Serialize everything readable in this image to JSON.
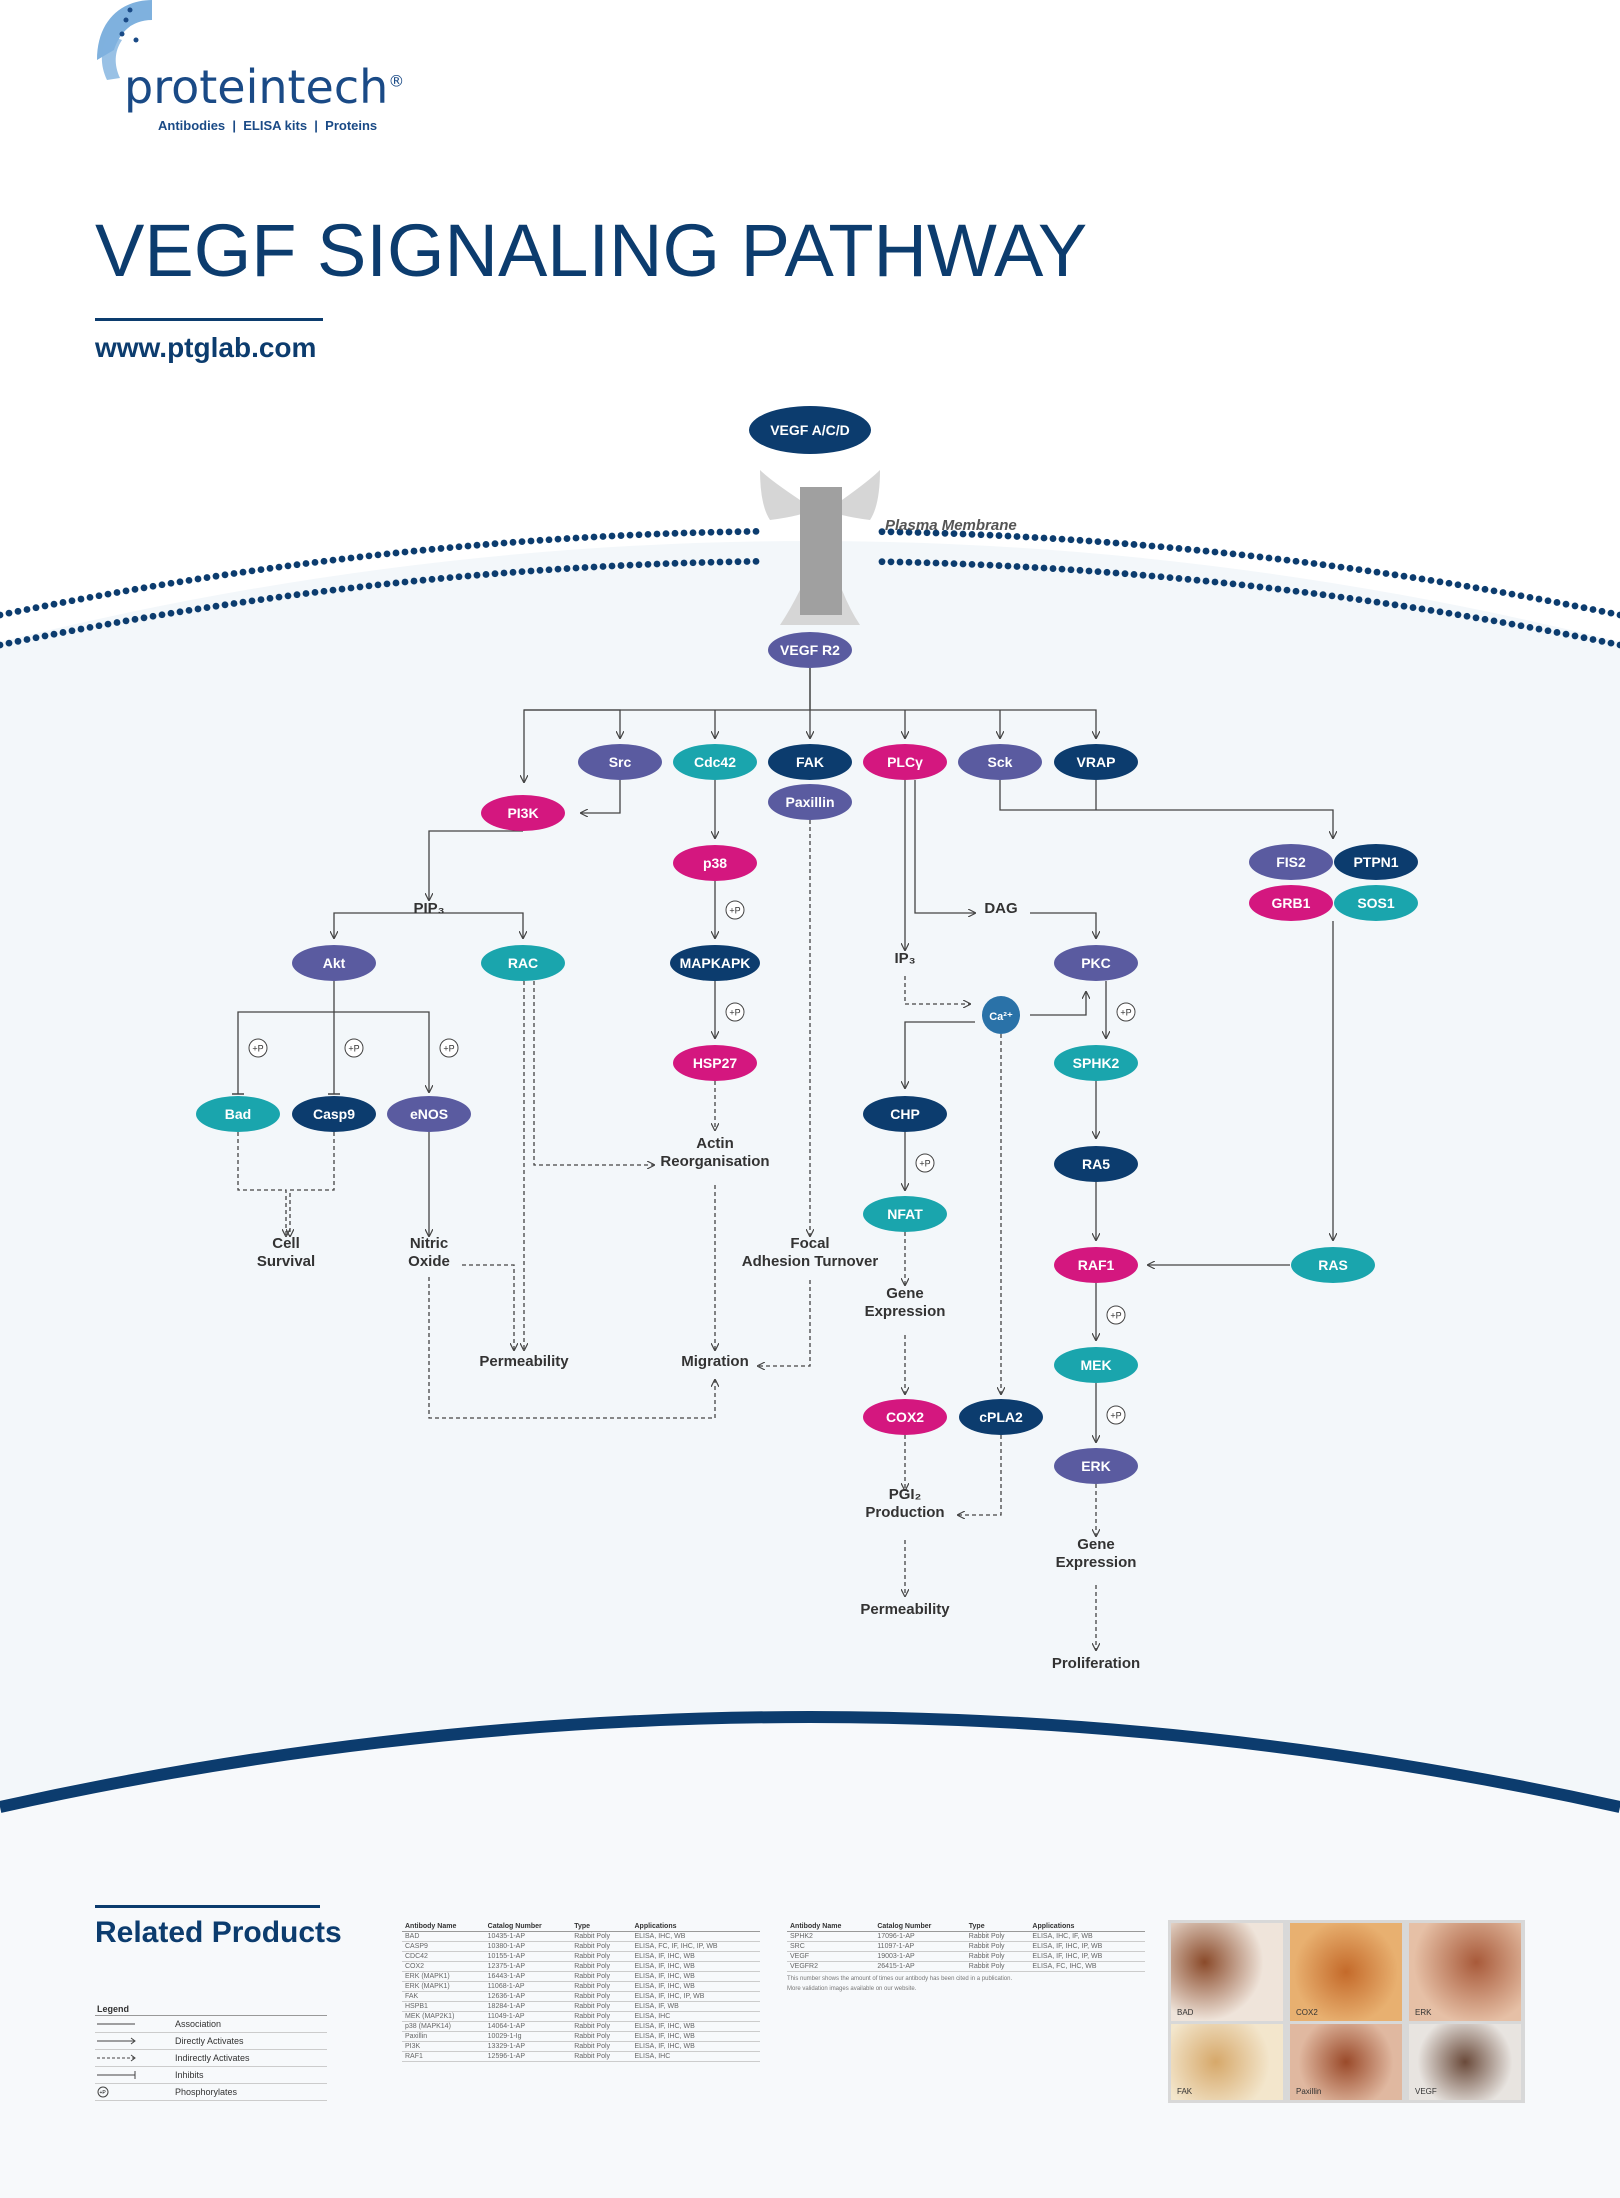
{
  "brand": {
    "name": "proteintech",
    "registered": "®",
    "tagline": "Antibodies  |  ELISA kits  |  Proteins"
  },
  "header": {
    "title": "VEGF SIGNALING PATHWAY",
    "url": "www.ptglab.com"
  },
  "diagram": {
    "membrane_label": "Plasma Membrane",
    "phos_label": "+P",
    "nodes": [
      {
        "id": "vegf",
        "label": "VEGF A/C/D",
        "color": "#0c3c6e"
      },
      {
        "id": "vegfr2",
        "label": "VEGF R2",
        "color": "#5a5ba0"
      },
      {
        "id": "src",
        "label": "Src",
        "color": "#5a5ba0"
      },
      {
        "id": "cdc42",
        "label": "Cdc42",
        "color": "#1aa5ad"
      },
      {
        "id": "fak",
        "label": "FAK",
        "color": "#0c3c6e"
      },
      {
        "id": "paxillin",
        "label": "Paxillin",
        "color": "#5a5ba0"
      },
      {
        "id": "plcg",
        "label": "PLCγ",
        "color": "#d4177f"
      },
      {
        "id": "sck",
        "label": "Sck",
        "color": "#5a5ba0"
      },
      {
        "id": "vrap",
        "label": "VRAP",
        "color": "#0c3c6e"
      },
      {
        "id": "pi3k",
        "label": "PI3K",
        "color": "#d4177f"
      },
      {
        "id": "p38",
        "label": "p38",
        "color": "#d4177f"
      },
      {
        "id": "fis2",
        "label": "FIS2",
        "color": "#5a5ba0"
      },
      {
        "id": "ptpn1",
        "label": "PTPN1",
        "color": "#0c3c6e"
      },
      {
        "id": "grb1",
        "label": "GRB1",
        "color": "#d4177f"
      },
      {
        "id": "sos1",
        "label": "SOS1",
        "color": "#1aa5ad"
      },
      {
        "id": "akt",
        "label": "Akt",
        "color": "#5a5ba0"
      },
      {
        "id": "rac",
        "label": "RAC",
        "color": "#1aa5ad"
      },
      {
        "id": "mapkapk",
        "label": "MAPKAPK",
        "color": "#0c3c6e"
      },
      {
        "id": "pkc",
        "label": "PKC",
        "color": "#5a5ba0"
      },
      {
        "id": "ca",
        "label": "Ca²⁺",
        "color": "#2a72a8"
      },
      {
        "id": "hsp27",
        "label": "HSP27",
        "color": "#d4177f"
      },
      {
        "id": "sphk2",
        "label": "SPHK2",
        "color": "#1aa5ad"
      },
      {
        "id": "bad",
        "label": "Bad",
        "color": "#1aa5ad"
      },
      {
        "id": "casp9",
        "label": "Casp9",
        "color": "#0c3c6e"
      },
      {
        "id": "enos",
        "label": "eNOS",
        "color": "#5a5ba0"
      },
      {
        "id": "chp",
        "label": "CHP",
        "color": "#0c3c6e"
      },
      {
        "id": "ra5",
        "label": "RA5",
        "color": "#0c3c6e"
      },
      {
        "id": "nfat",
        "label": "NFAT",
        "color": "#1aa5ad"
      },
      {
        "id": "raf1",
        "label": "RAF1",
        "color": "#d4177f"
      },
      {
        "id": "ras",
        "label": "RAS",
        "color": "#1aa5ad"
      },
      {
        "id": "mek",
        "label": "MEK",
        "color": "#1aa5ad"
      },
      {
        "id": "cox2",
        "label": "COX2",
        "color": "#d4177f"
      },
      {
        "id": "cpla2",
        "label": "cPLA2",
        "color": "#0c3c6e"
      },
      {
        "id": "erk",
        "label": "ERK",
        "color": "#5a5ba0"
      }
    ],
    "texts": [
      {
        "id": "pip3",
        "label": "PIP₃"
      },
      {
        "id": "dag",
        "label": "DAG"
      },
      {
        "id": "ip3",
        "label": "IP₃"
      },
      {
        "id": "actin",
        "label": "Actin\nReorganisation"
      },
      {
        "id": "cell_survival",
        "label": "Cell\nSurvival"
      },
      {
        "id": "nitric_oxide",
        "label": "Nitric\nOxide"
      },
      {
        "id": "focal",
        "label": "Focal\nAdhesion Turnover"
      },
      {
        "id": "gene_expr1",
        "label": "Gene\nExpression"
      },
      {
        "id": "permeability1",
        "label": "Permeability"
      },
      {
        "id": "migration",
        "label": "Migration"
      },
      {
        "id": "pgi2",
        "label": "PGI₂\nProduction"
      },
      {
        "id": "permeability2",
        "label": "Permeability"
      },
      {
        "id": "gene_expr2",
        "label": "Gene\nExpression"
      },
      {
        "id": "proliferation",
        "label": "Proliferation"
      }
    ]
  },
  "related": {
    "title": "Related Products",
    "columns": [
      "Antibody Name",
      "Catalog Number",
      "Type",
      "Applications"
    ],
    "table1": [
      [
        "BAD",
        "10435-1-AP",
        "Rabbit Poly",
        "ELISA, IHC, WB"
      ],
      [
        "CASP9",
        "10380-1-AP",
        "Rabbit Poly",
        "ELISA, FC, IF, IHC, IP, WB"
      ],
      [
        "CDC42",
        "10155-1-AP",
        "Rabbit Poly",
        "ELISA, IF, IHC, WB"
      ],
      [
        "COX2",
        "12375-1-AP",
        "Rabbit Poly",
        "ELISA, IF, IHC, WB"
      ],
      [
        "ERK (MAPK1)",
        "16443-1-AP",
        "Rabbit Poly",
        "ELISA, IF, IHC, WB"
      ],
      [
        "ERK (MAPK1)",
        "11068-1-AP",
        "Rabbit Poly",
        "ELISA, IF, IHC, WB"
      ],
      [
        "FAK",
        "12636-1-AP",
        "Rabbit Poly",
        "ELISA, IF, IHC, IP, WB"
      ],
      [
        "HSPB1",
        "18284-1-AP",
        "Rabbit Poly",
        "ELISA, IF, WB"
      ],
      [
        "MEK (MAP2K1)",
        "11049-1-AP",
        "Rabbit Poly",
        "ELISA, IHC"
      ],
      [
        "p38 (MAPK14)",
        "14064-1-AP",
        "Rabbit Poly",
        "ELISA, IF, IHC, WB"
      ],
      [
        "Paxillin",
        "10029-1-Ig",
        "Rabbit Poly",
        "ELISA, IF, IHC, WB"
      ],
      [
        "PI3K",
        "13329-1-AP",
        "Rabbit Poly",
        "ELISA, IF, IHC, WB"
      ],
      [
        "RAF1",
        "12596-1-AP",
        "Rabbit Poly",
        "ELISA, IHC"
      ]
    ],
    "table2": [
      [
        "SPHK2",
        "17096-1-AP",
        "Rabbit Poly",
        "ELISA, IHC, IF, WB"
      ],
      [
        "SRC",
        "11097-1-AP",
        "Rabbit Poly",
        "ELISA, IF, IHC, IP, WB"
      ],
      [
        "VEGF",
        "19003-1-AP",
        "Rabbit Poly",
        "ELISA, IF, IHC, IP, WB"
      ],
      [
        "VEGFR2",
        "26415-1-AP",
        "Rabbit Poly",
        "ELISA, FC, IHC, WB"
      ]
    ],
    "note1": "This number shows the amount of times our antibody has been cited in a publication.",
    "note2": "More validation images available on our website."
  },
  "legend": {
    "title": "Legend",
    "items": [
      "Association",
      "Directly Activates",
      "Indirectly Activates",
      "Inhibits",
      "Phosphorylates"
    ]
  },
  "images": {
    "captions": [
      "BAD",
      "COX2",
      "ERK",
      "FAK",
      "Paxillin",
      "VEGF"
    ]
  }
}
